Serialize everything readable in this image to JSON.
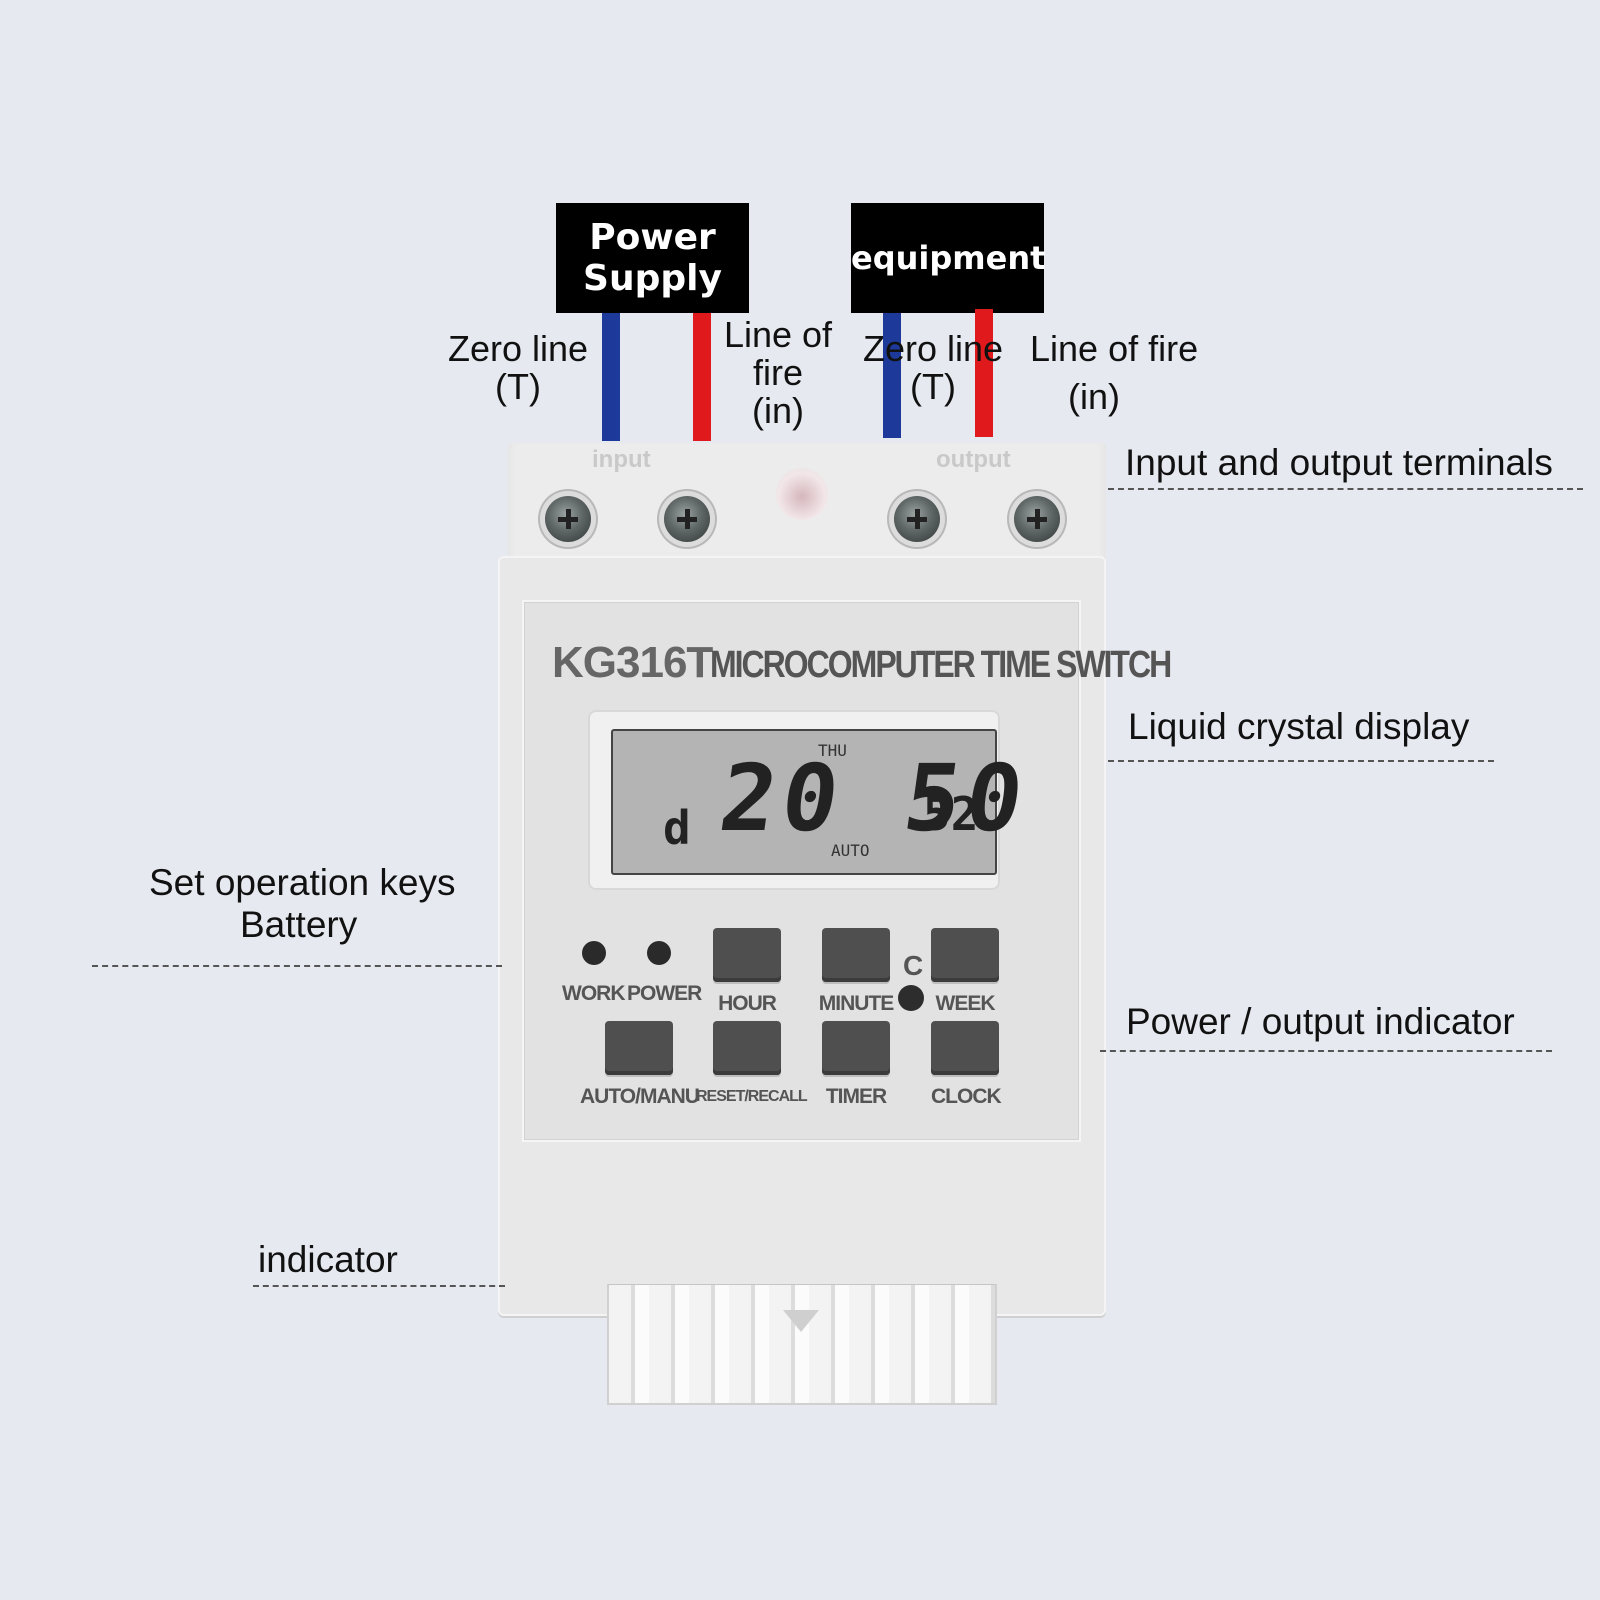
{
  "header": {
    "power_supply": "Power Supply",
    "equipment": "equipment"
  },
  "wires": {
    "input_zero": "Zero line\n(T)",
    "input_fire": "Line of\nfire\n(in)",
    "output_zero": "Zero line\n(T)",
    "output_fire_1": "Line of fire",
    "output_fire_2": "(in)"
  },
  "callouts": {
    "terminals": "Input and output terminals",
    "lcd": "Liquid crystal display",
    "keys_line1": "Set operation keys",
    "keys_line2": "Battery",
    "power_indicator": "Power / output indicator",
    "indicator": "indicator"
  },
  "device": {
    "terminal_input": "input",
    "terminal_output": "output",
    "model": "KG316T",
    "title": "MICROCOMPUTER TIME SWITCH",
    "lcd": {
      "day": "THU",
      "program": "d",
      "time": "20 50",
      "seconds": "52",
      "mode": "AUTO"
    },
    "indicators": {
      "work": "WORK",
      "power": "POWER"
    },
    "clear_label": "C",
    "keys_row1": [
      "HOUR",
      "MINUTE",
      "WEEK"
    ],
    "keys_row2": [
      "AUTO/MANU",
      "RESET/RECALL",
      "TIMER",
      "CLOCK"
    ]
  },
  "colors": {
    "background": "#e6eaf0",
    "neutral_wire": "#1d3a9a",
    "live_wire": "#e0191c",
    "key": "#4e4f4e"
  }
}
